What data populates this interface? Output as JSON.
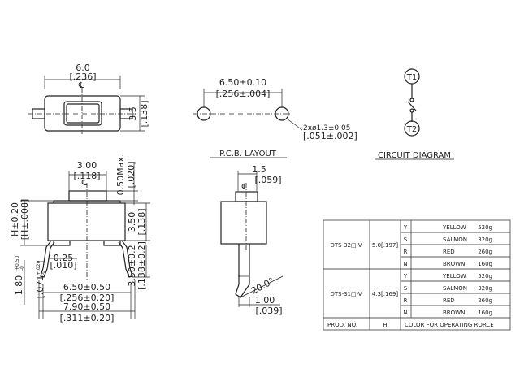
{
  "top_view": {
    "width_mm": "6.0",
    "width_in": "[.236]",
    "height_mm": "3.5",
    "height_in": "[.138]",
    "center_mark": "℄"
  },
  "hole_layout": {
    "pitch": "6.50±0.10",
    "pitch_in": "[.256±.004]",
    "hole_spec": "2xø1.3±0.05",
    "hole_spec_in": "[.051±.002]"
  },
  "pcb_layout": {
    "title": "P.C.B. LAYOUT",
    "dim1": "1.5",
    "dim1_in": "[.059]",
    "angle": "20.0°",
    "dim2": "1.00",
    "dim2_in": "[.039]"
  },
  "circuit": {
    "title": "CIRCUIT DIAGRAM",
    "t1": "T1",
    "t2": "T2"
  },
  "side_view": {
    "top_width": "3.00",
    "top_width_in": "[.118]",
    "max_h": "0.50Max.",
    "max_h_in": "[.020]",
    "body_h": "3.50",
    "body_h_in": "[.138]",
    "total_h": "H±0.20",
    "total_h_in": "[H±.008]",
    "lead_h": "3.50±0.2",
    "lead_h_in": "[.138±0.2]",
    "lead_t": "0.25",
    "lead_t_in": "[.010]",
    "foot_h": "1.80",
    "foot_h_tol_up": "+0.50",
    "foot_h_tol_dn": "-0",
    "foot_h_in": "[.071",
    "foot_h_in_tol_up": "+.020",
    "foot_h_in_tol_dn": "-0",
    "foot_h_in_end": "]",
    "pitch": "6.50±0.50",
    "pitch_in": "[.256±0.20]",
    "span": "7.90±0.50",
    "span_in": "[.311±0.20]"
  },
  "table": {
    "groups": [
      {
        "prod": "DTS-32□-V",
        "h": "5.0[.197]",
        "rows": [
          {
            "code": "Y",
            "color": "YELLOW",
            "force": "520g"
          },
          {
            "code": "S",
            "color": "SALMON",
            "force": "320g"
          },
          {
            "code": "R",
            "color": "RED",
            "force": "260g"
          },
          {
            "code": "N",
            "color": "BROWN",
            "force": "160g"
          }
        ]
      },
      {
        "prod": "DTS-31□-V",
        "h": "4.3[.169]",
        "rows": [
          {
            "code": "Y",
            "color": "YELLOW",
            "force": "520g"
          },
          {
            "code": "S",
            "color": "SALMON",
            "force": "320g"
          },
          {
            "code": "R",
            "color": "RED",
            "force": "260g"
          },
          {
            "code": "N",
            "color": "BROWN",
            "force": "160g"
          }
        ]
      }
    ],
    "footer": {
      "prod_no": "PROD.    NO.",
      "h": "H",
      "color_force": "COLOR FOR OPERATING RORCE"
    }
  }
}
